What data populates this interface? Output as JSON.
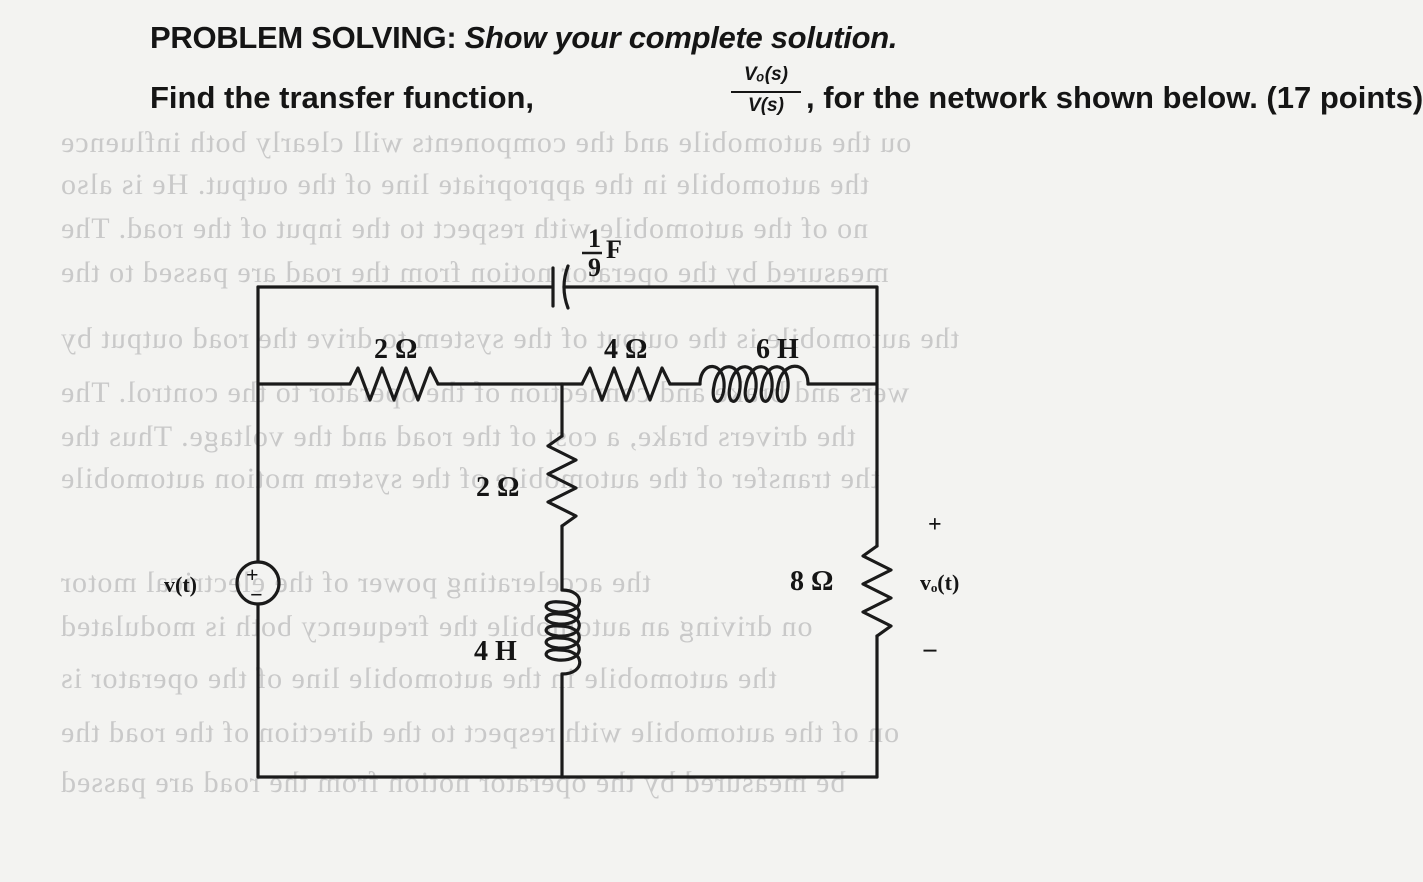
{
  "heading": {
    "bold": "PROBLEM SOLVING: ",
    "italic": "Show your complete solution."
  },
  "question": {
    "before": "Find the transfer function, ",
    "fraction_numerator": "Vₒ(s)",
    "fraction_denominator": "V(s)",
    "after": ", for the network shown below. (17 points)"
  },
  "circuit": {
    "capacitor": {
      "numerator": "1",
      "denominator": "9",
      "unit": "F"
    },
    "resistor_top_left": "2 Ω",
    "resistor_top_mid": "4 Ω",
    "inductor_top": "6 H",
    "resistor_middle": "2 Ω",
    "inductor_middle": "4 H",
    "resistor_output": "8 Ω",
    "source_label": "v(t)",
    "source_plus": "+",
    "source_minus": "−",
    "output_label": "vₒ(t)",
    "output_plus": "+",
    "output_minus": "−"
  }
}
